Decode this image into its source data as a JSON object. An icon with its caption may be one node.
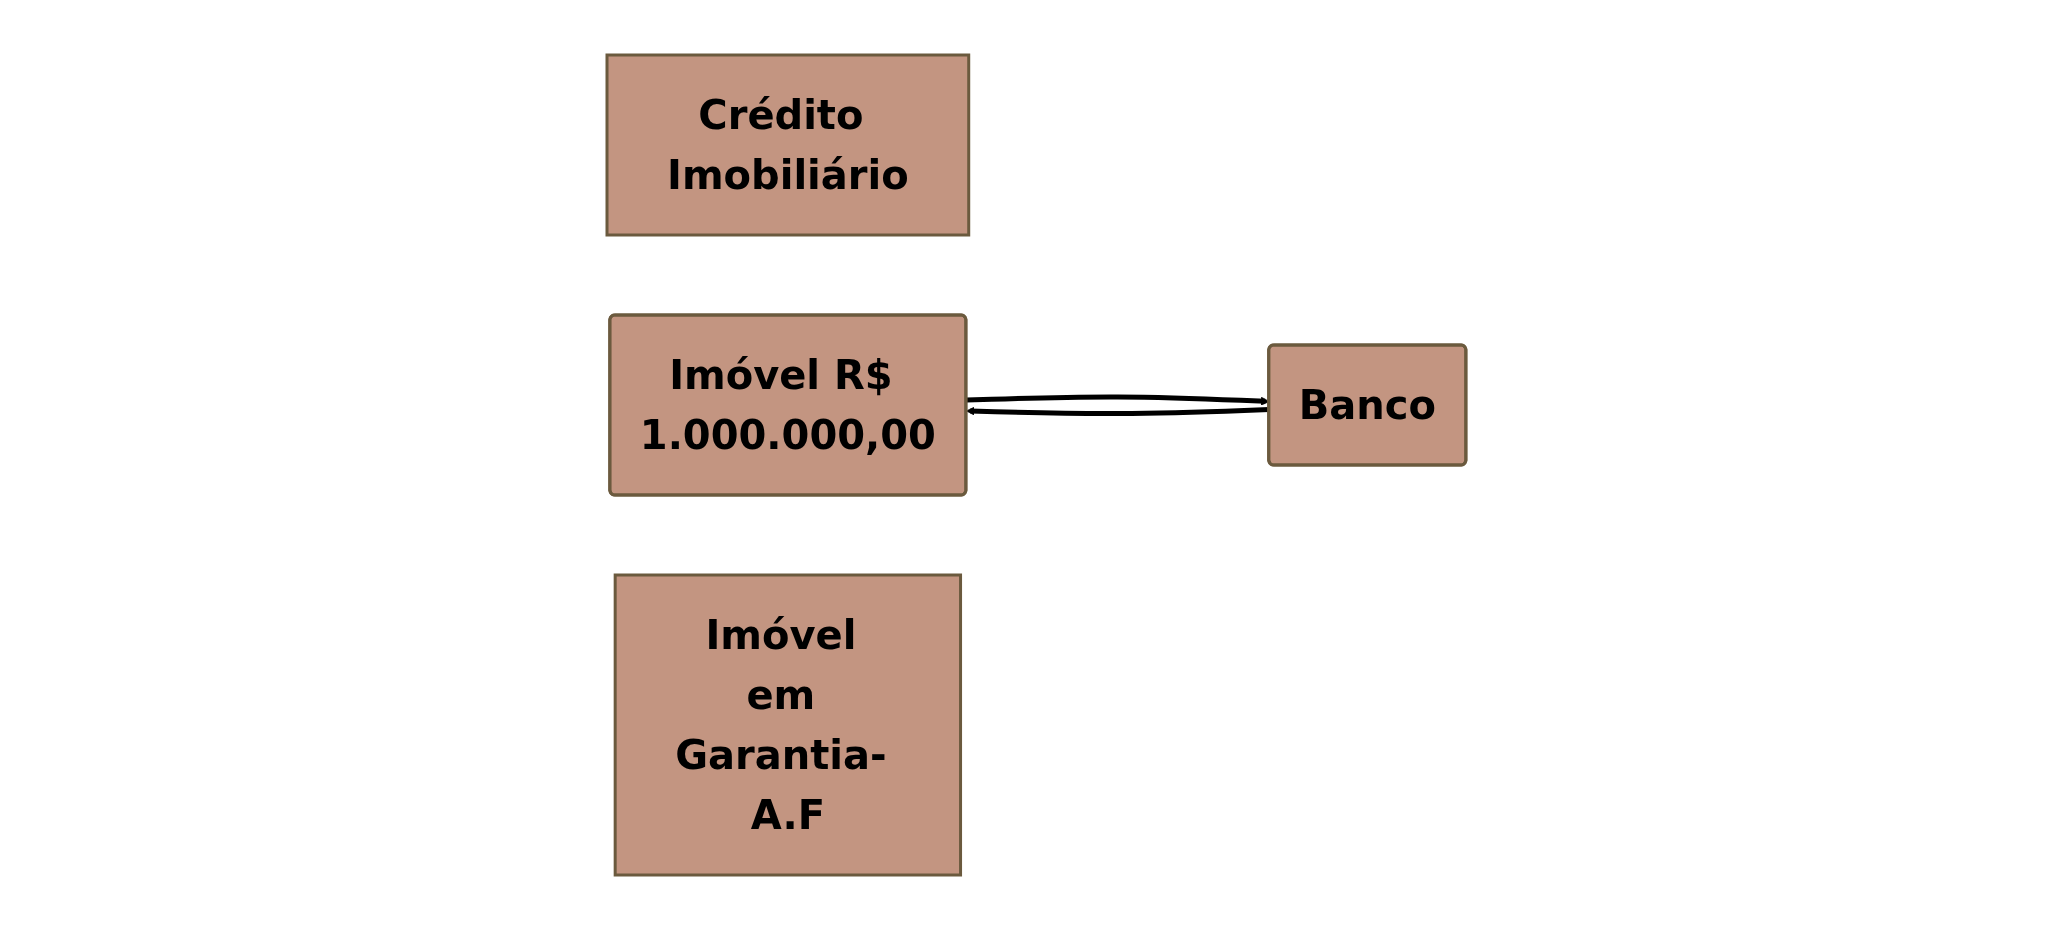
{
  "diagram": {
    "nodes": [
      {
        "text": [
          "Crédito Imobiliário"
        ]
      },
      {
        "text": [
          "Imóvel R$ 1.000.000,00"
        ]
      },
      {
        "text": [
          "Banco"
        ]
      },
      {
        "text": [
          "Imóvel em Garantia- A.F"
        ]
      }
    ],
    "edges": [
      {
        "from": 2,
        "to": 1,
        "arrow": "to"
      },
      {
        "from": 1,
        "to": 2,
        "arrow": "to"
      }
    ]
  }
}
